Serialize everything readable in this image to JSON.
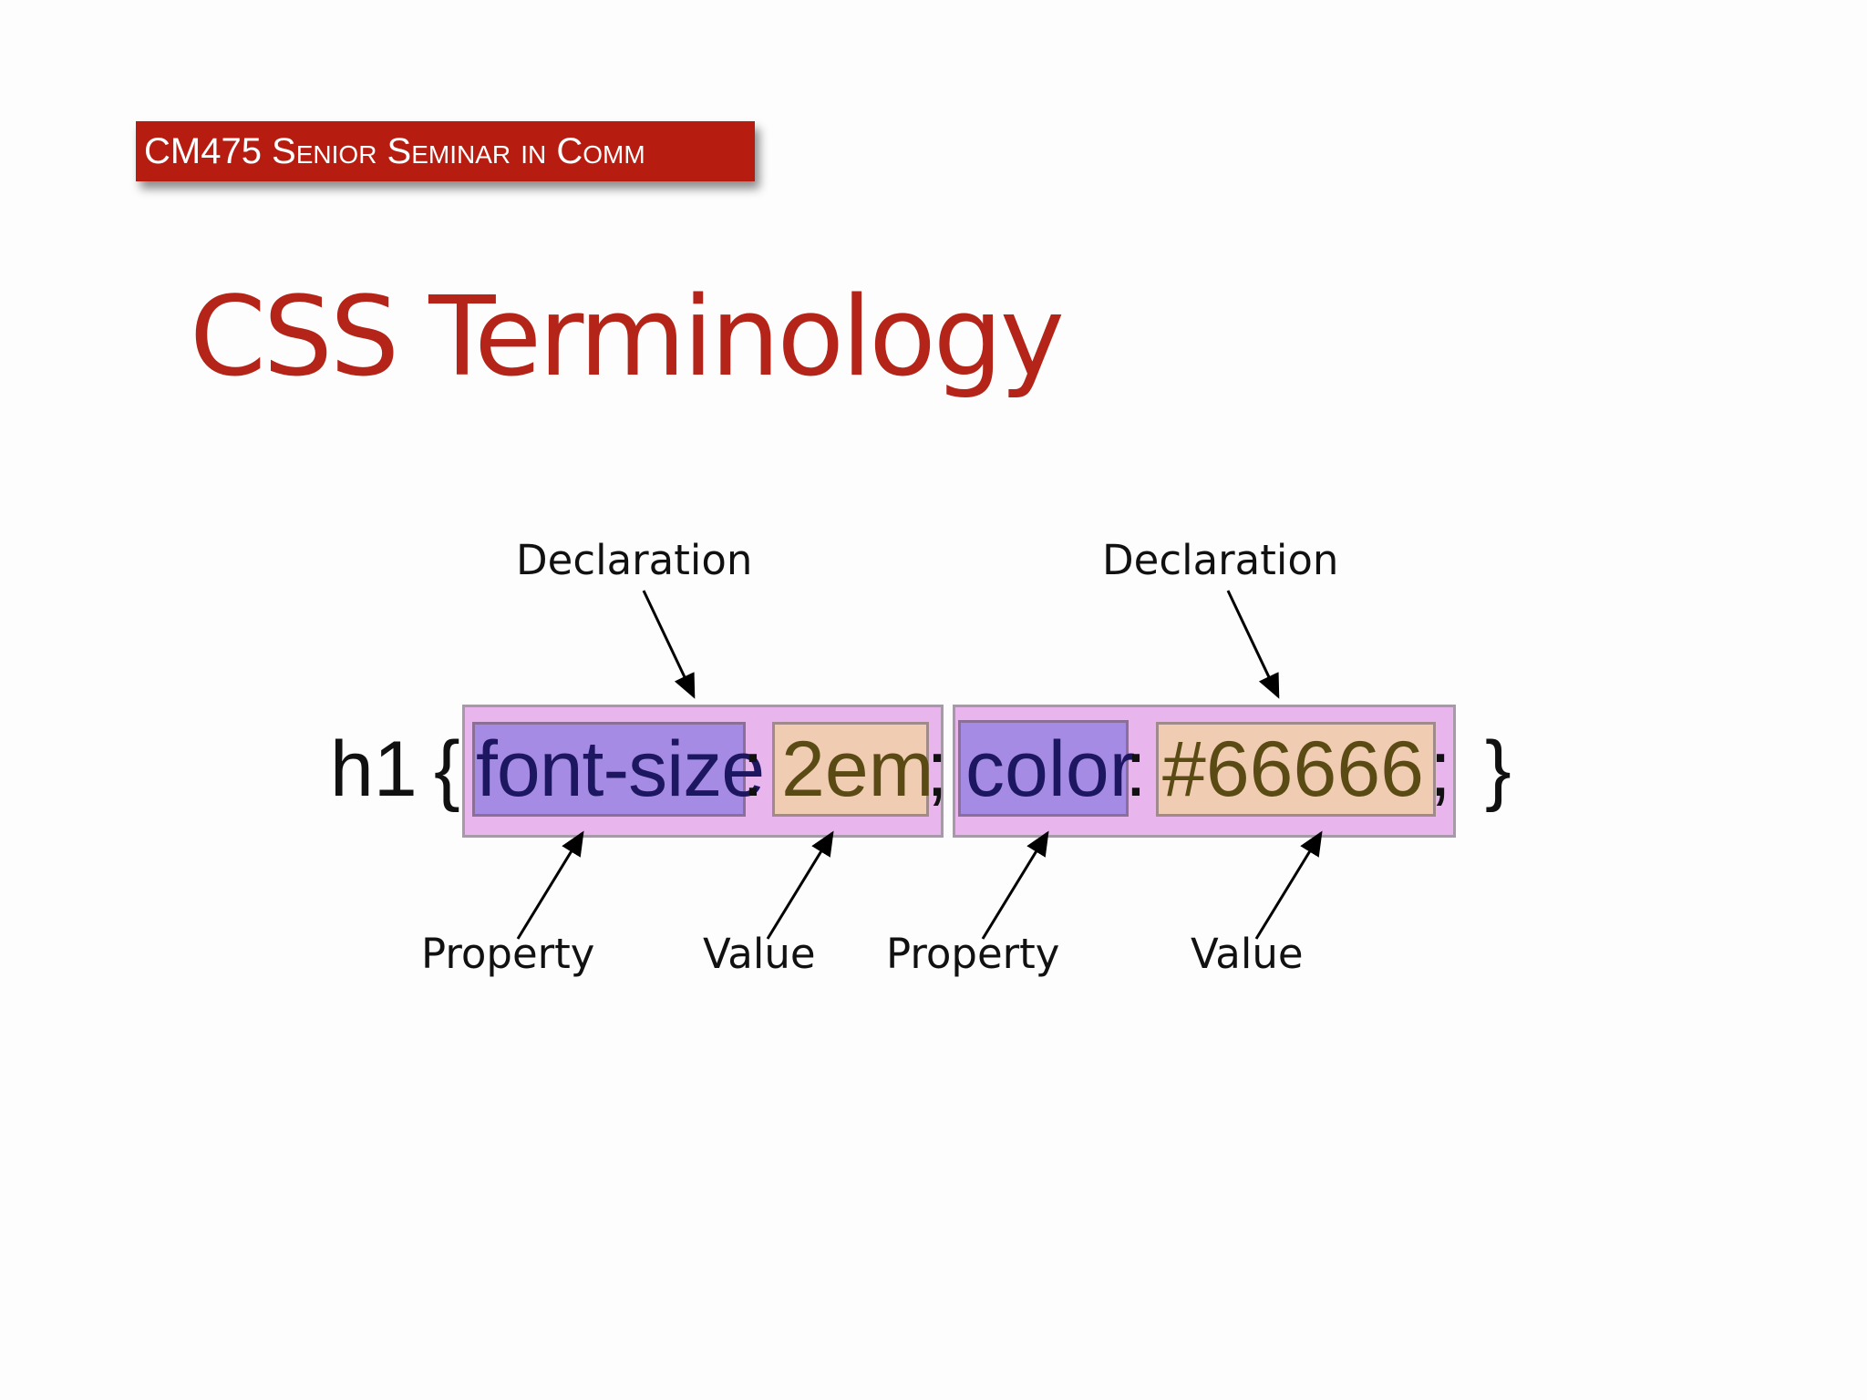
{
  "header": {
    "course": "CM475 Senior Seminar in Comm",
    "title": "CSS Terminology"
  },
  "diagram": {
    "selector": "h1",
    "open_brace": "{",
    "close_brace": "}",
    "colon": ":",
    "semicolon": ";",
    "declarations": [
      {
        "property": "font-size",
        "value": "2em"
      },
      {
        "property": "color",
        "value": "#66666"
      }
    ],
    "labels": {
      "declaration_1": "Declaration",
      "declaration_2": "Declaration",
      "property_1": "Property",
      "value_1": "Value",
      "property_2": "Property",
      "value_2": "Value"
    },
    "colors": {
      "declaration_fill": "#e8b5ec",
      "property_fill": "#a68be4",
      "value_fill": "#f0ccb2",
      "title_red": "#b42418",
      "banner_red": "#b71c10"
    }
  }
}
